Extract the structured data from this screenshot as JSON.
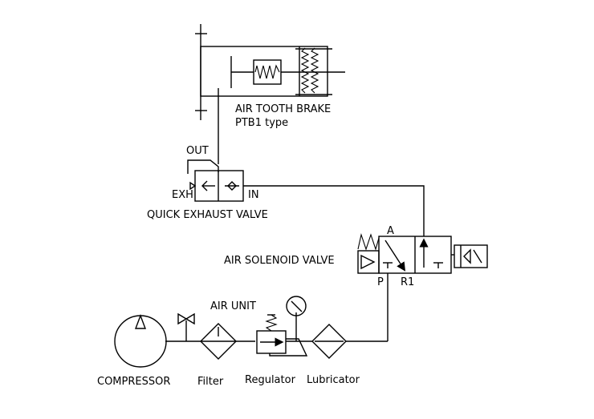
{
  "labels": {
    "brake_title": "AIR TOOTH BRAKE",
    "brake_type": "PTB1 type",
    "out": "OUT",
    "exh": "EXH",
    "in": "IN",
    "quick_exhaust_valve": "QUICK EXHAUST VALVE",
    "port_a": "A",
    "air_solenoid_valve": "AIR SOLENOID VALVE",
    "port_p": "P",
    "port_r1": "R1",
    "air_unit": "AIR UNIT",
    "compressor": "COMPRESSOR",
    "filter": "Filter",
    "regulator": "Regulator",
    "lubricator": "Lubricator"
  }
}
